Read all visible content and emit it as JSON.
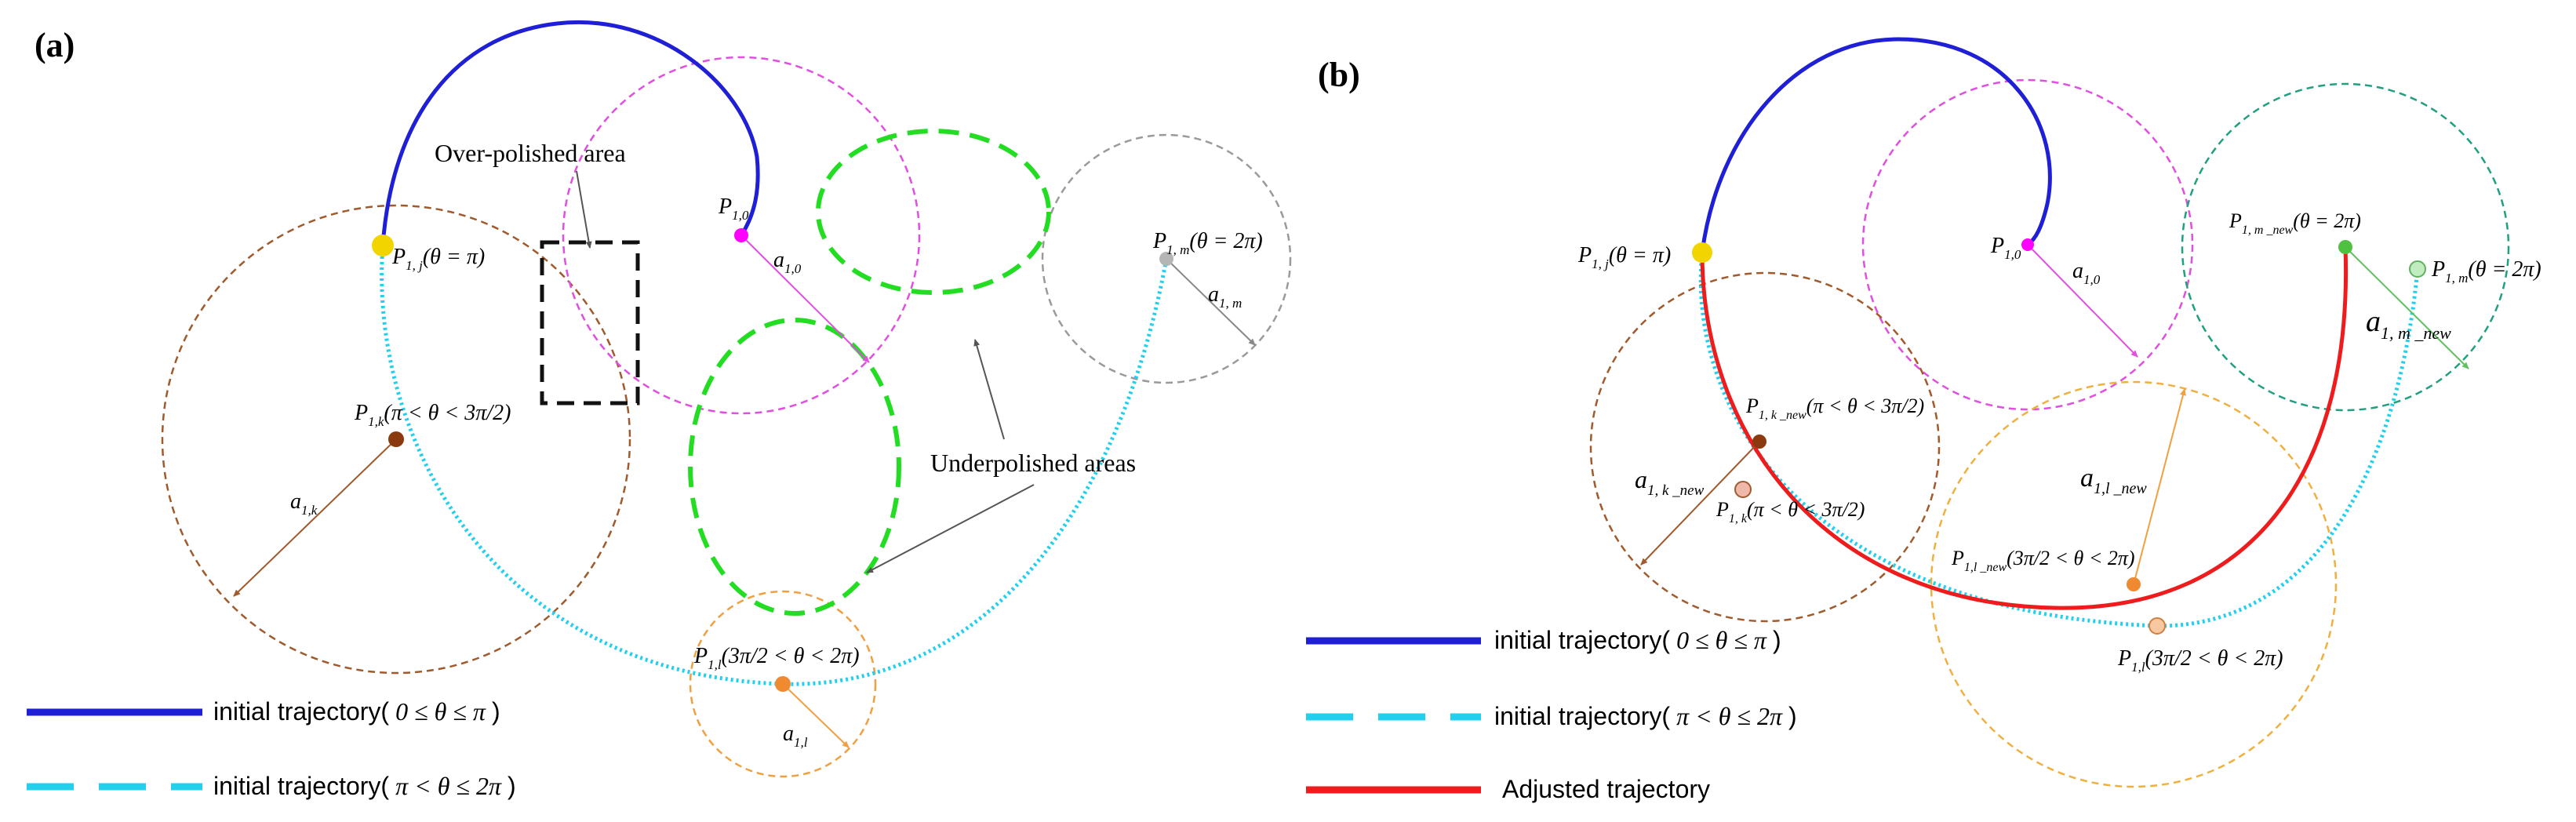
{
  "panel_a": {
    "label": "(a)",
    "annotations": {
      "over_polished": "Over-polished area",
      "underpolished": "Underpolished areas"
    },
    "points": {
      "p_j": {
        "base": "P",
        "sub": "1, j",
        "cond": "(θ = π)"
      },
      "p_0": {
        "base": "P",
        "sub": "1,0",
        "cond": ""
      },
      "p_m": {
        "base": "P",
        "sub": "1, m",
        "cond": "(θ = 2π)"
      },
      "p_k": {
        "base": "P",
        "sub": "1,k",
        "cond": "(π < θ < 3π/2)"
      },
      "p_l": {
        "base": "P",
        "sub": "1,l",
        "cond": "(3π/2 < θ < 2π)"
      }
    },
    "radii": {
      "a_0": {
        "base": "a",
        "sub": "1,0"
      },
      "a_m": {
        "base": "a",
        "sub": "1, m"
      },
      "a_k": {
        "base": "a",
        "sub": "1,k"
      },
      "a_l": {
        "base": "a",
        "sub": "1,l"
      }
    },
    "legend": [
      {
        "label": "initial trajectory(",
        "math": " 0 ≤ θ ≤ π ",
        "close": ")",
        "color": "#1f1fd6",
        "style": "solid"
      },
      {
        "label": "initial trajectory(",
        "math": " π < θ ≤ 2π ",
        "close": ")",
        "color": "#22d0ee",
        "style": "dashed"
      }
    ]
  },
  "panel_b": {
    "label": "(b)",
    "points": {
      "p_j": {
        "base": "P",
        "sub": "1, j",
        "cond": "(θ = π)"
      },
      "p_0": {
        "base": "P",
        "sub": "1,0",
        "cond": ""
      },
      "p_m_new": {
        "base": "P",
        "sub": "1, m _new",
        "cond": "(θ = 2π)"
      },
      "p_m": {
        "base": "P",
        "sub": "1, m",
        "cond": "(θ = 2π)"
      },
      "p_k_new": {
        "base": "P",
        "sub": "1, k _new",
        "cond": "(π < θ < 3π/2)"
      },
      "p_k": {
        "base": "P",
        "sub": "1, k",
        "cond": "(π < θ < 3π/2)"
      },
      "p_l_new": {
        "base": "P",
        "sub": "1,l _new",
        "cond": "(3π/2 < θ < 2π)"
      },
      "p_l": {
        "base": "P",
        "sub": "1,l",
        "cond": "(3π/2 < θ < 2π)"
      }
    },
    "radii": {
      "a_0": {
        "base": "a",
        "sub": "1,0"
      },
      "a_m_new": {
        "base": "a",
        "sub": "1, m _new"
      },
      "a_k_new": {
        "base": "a",
        "sub": "1, k _new"
      },
      "a_l_new": {
        "base": "a",
        "sub": "1,l _new"
      }
    },
    "legend": [
      {
        "label": "initial trajectory(",
        "math": " 0 ≤ θ ≤ π ",
        "close": ")",
        "color": "#1f1fd6",
        "style": "solid"
      },
      {
        "label": "initial trajectory(",
        "math": " π < θ ≤ 2π ",
        "close": ")",
        "color": "#22d0ee",
        "style": "dashed"
      },
      {
        "label": "Adjusted trajectory",
        "math": "",
        "close": "",
        "color": "#ee1c1c",
        "style": "solid"
      }
    ]
  },
  "colors": {
    "blue": "#1f1fd6",
    "cyan": "#22d0ee",
    "red": "#ee1c1c",
    "magenta": "#e050e0",
    "brown": "#a05a2c",
    "grey": "#9a9a9a",
    "orange": "#f0a040",
    "green": "#22dd22",
    "teal": "#20a080",
    "yellow": "#f2d400"
  }
}
